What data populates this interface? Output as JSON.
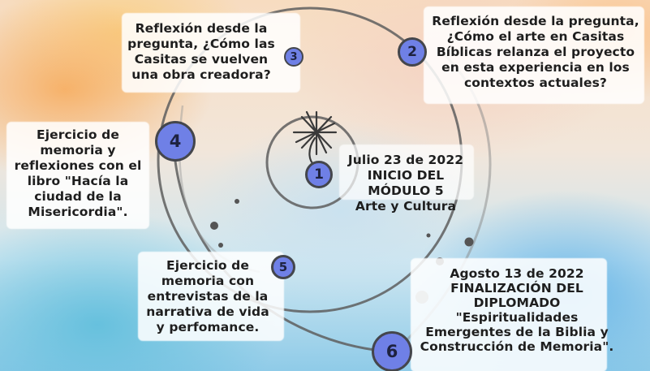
{
  "steps": [
    {
      "number": "1",
      "text": "Julio 23 de 2022\nINICIO DEL MÓDULO 5\nArte y Cultura"
    },
    {
      "number": "2",
      "text": "Reflexión desde la pregunta,\n¿Cómo el arte en Casitas\nBíblicas relanza el proyecto\nen esta experiencia en los\ncontextos actuales?"
    },
    {
      "number": "3",
      "text": "Reflexión desde la\npregunta, ¿Cómo las\nCasitas se vuelven\nuna obra creadora?"
    },
    {
      "number": "4",
      "text": "Ejercicio de\nmemoria y\nreflexiones con el\nlibro \"Hacía la\nciudad de la\nMisericordia\"."
    },
    {
      "number": "5",
      "text": "Ejercicio de\nmemoria con\nentrevistas de la\nnarrativa de vida\ny perfomance."
    },
    {
      "number": "6",
      "text": "Agosto 13 de 2022\nFINALIZACIÓN DEL\nDIPLOMADO\n\"Espiritualidades\nEmergentes de la Biblia y\nConstrucción de Memoria\"."
    }
  ],
  "colors": {
    "badge": "#6f80e6",
    "badge_border": "#44464c",
    "line": "#5a5a5a"
  },
  "icons": {
    "center": "starburst-icon"
  }
}
